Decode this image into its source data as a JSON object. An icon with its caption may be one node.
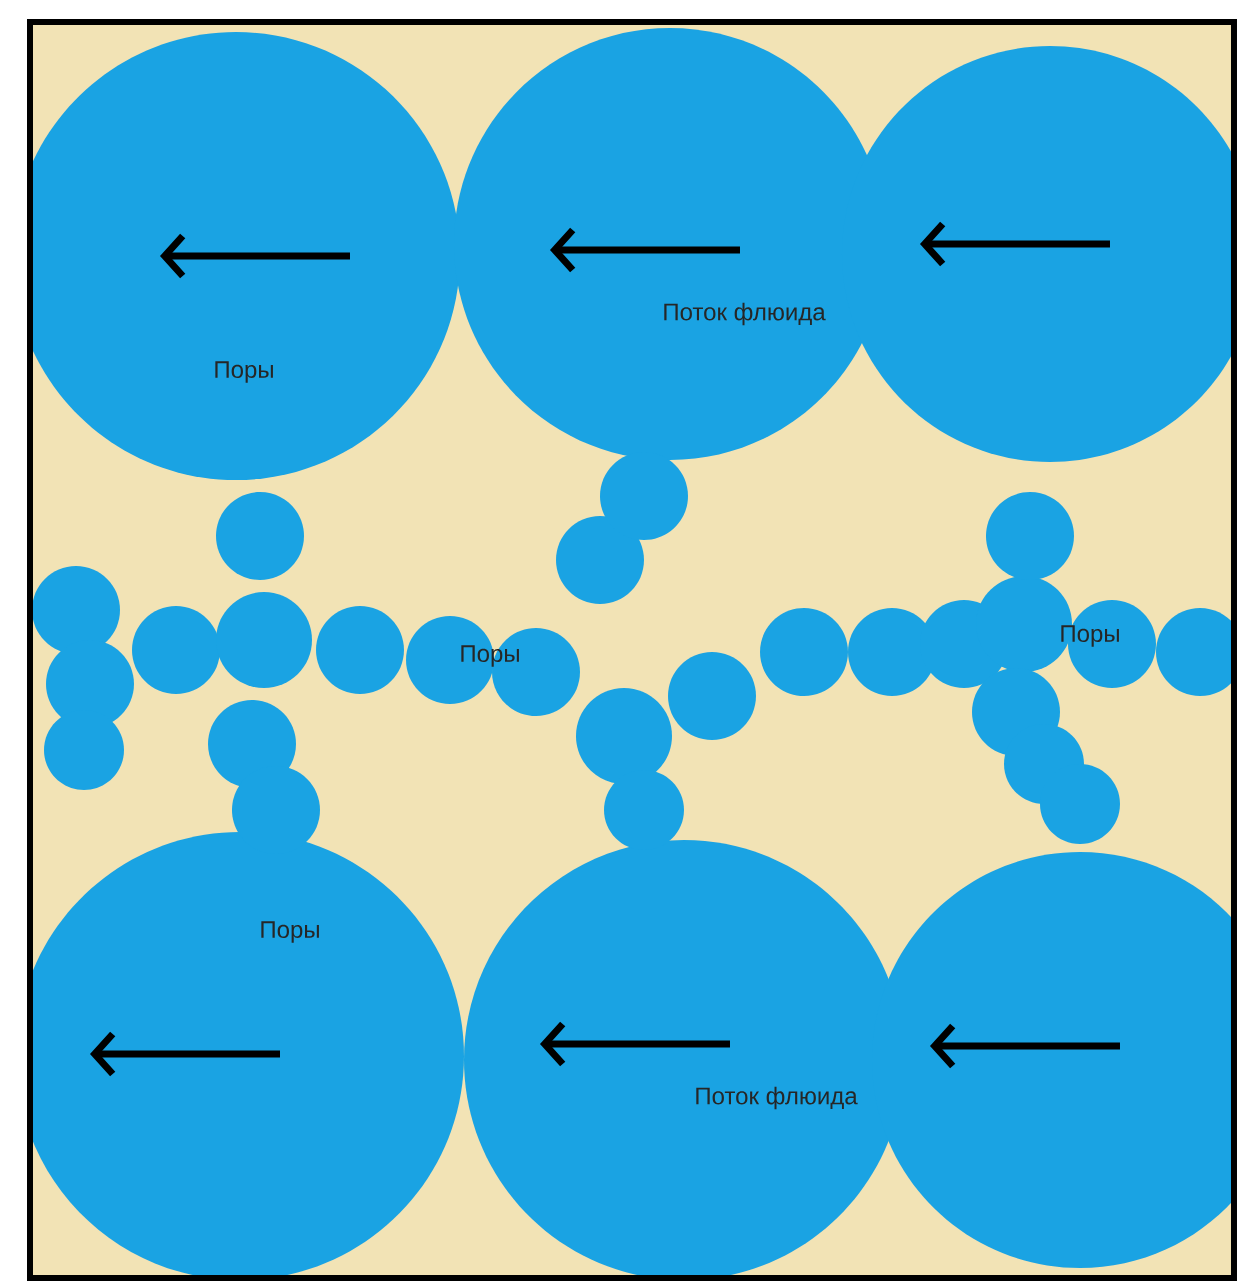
{
  "diagram": {
    "labels": [
      "Поток флюида",
      "Поры",
      "Поры",
      "Поры",
      "Поры",
      "Поток флюида"
    ]
  }
}
